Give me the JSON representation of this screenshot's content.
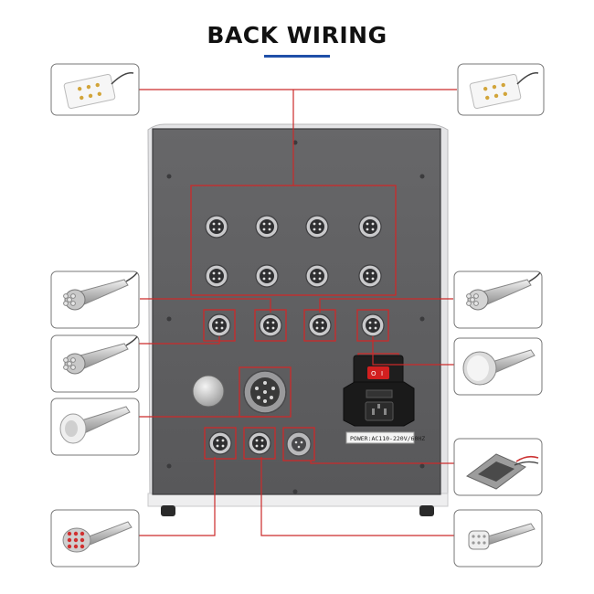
{
  "title": "BACK WIRING",
  "power_label": "POWER:AC110-220V/60HZ",
  "colors": {
    "accent_line": "#cc2a2a",
    "title_underline": "#1f4fa8",
    "panel": "#5f5f61",
    "panel_edge": "#3c3c3e",
    "housing": "#e6e6e8"
  },
  "accessories": [
    {
      "id": "electrode-pad-left",
      "icon": "electrode-pad-icon"
    },
    {
      "id": "electrode-pad-right",
      "icon": "electrode-pad-icon"
    },
    {
      "id": "rf-handle-6-pole",
      "icon": "rf-handle-icon"
    },
    {
      "id": "rf-handle-multi-pole",
      "icon": "rf-handle-icon"
    },
    {
      "id": "vacuum-cup-handle",
      "icon": "vacuum-handle-icon"
    },
    {
      "id": "led-handle",
      "icon": "led-handle-icon"
    },
    {
      "id": "rf-handle-small",
      "icon": "rf-handle-icon"
    },
    {
      "id": "cavitation-head",
      "icon": "cavitation-head-icon"
    },
    {
      "id": "foot-pedal",
      "icon": "foot-pedal-icon"
    },
    {
      "id": "eye-rf-handle",
      "icon": "eye-handle-icon"
    }
  ]
}
